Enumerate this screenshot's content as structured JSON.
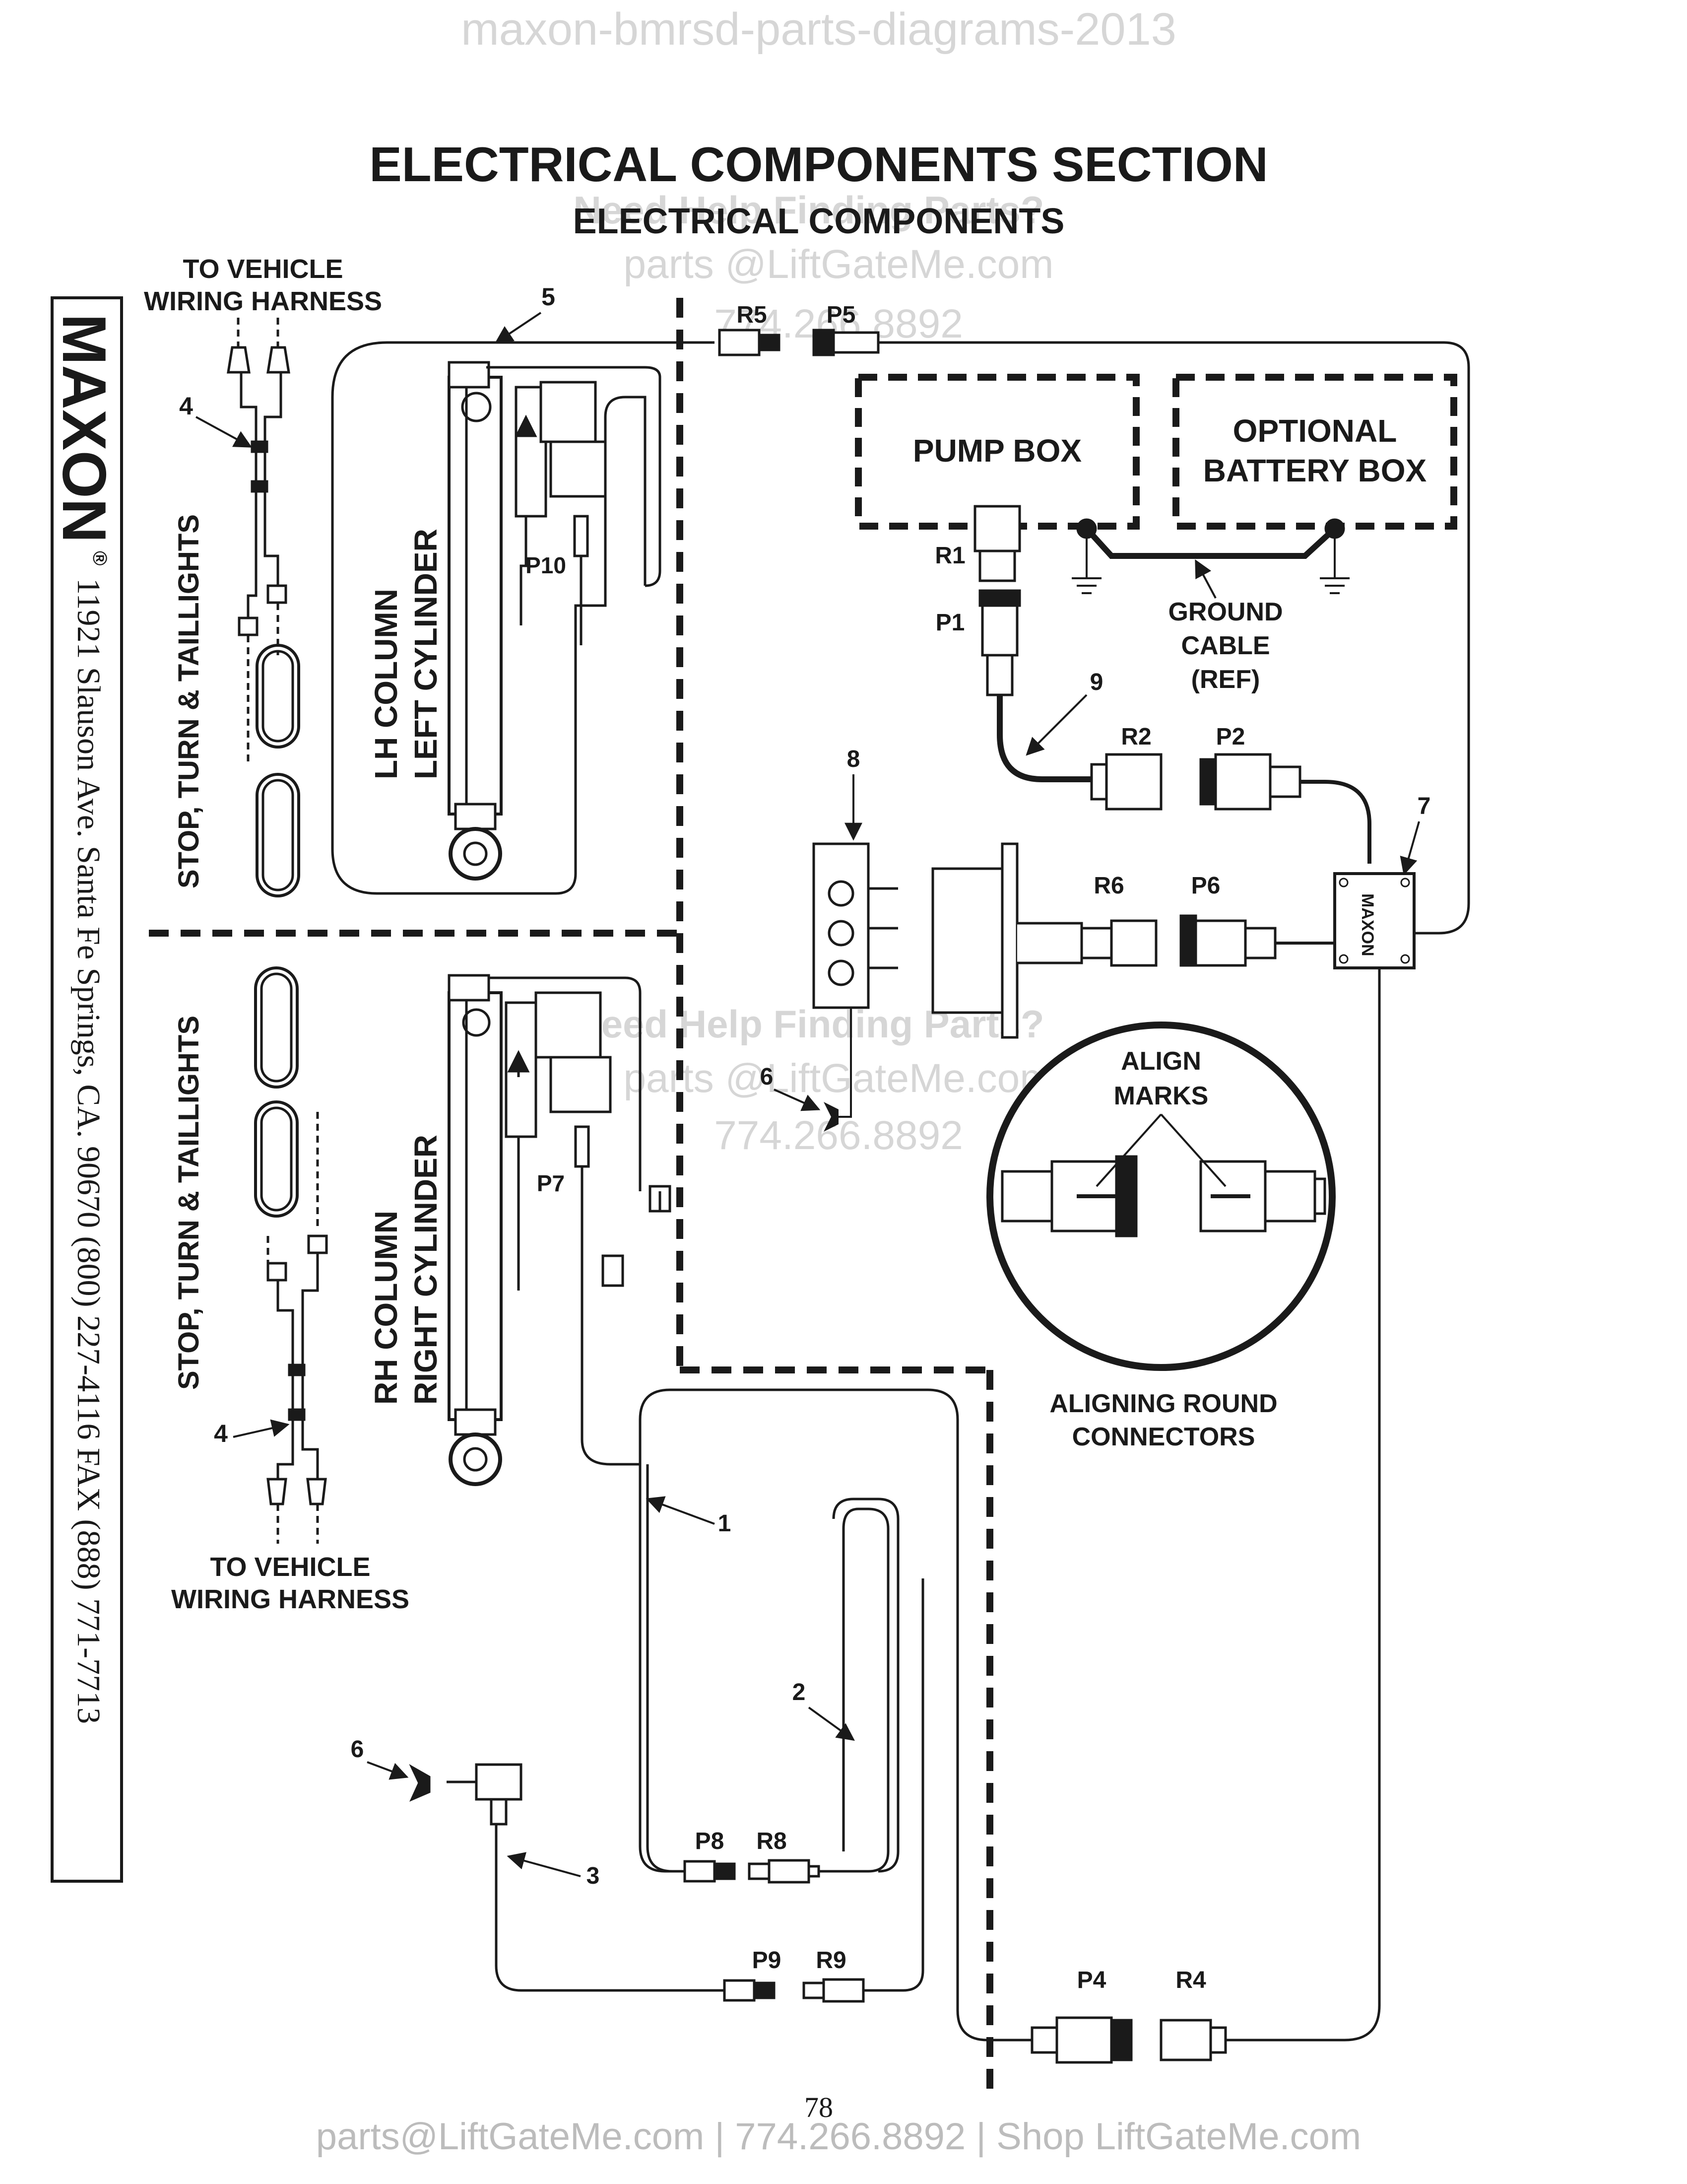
{
  "watermark": {
    "top": "maxon-bmrsd-parts-diagrams-2013",
    "hint_1": "Need Help Finding Parts?",
    "email_1": "parts @LiftGateMe.com",
    "phone_1": "774.266.8892",
    "hint_2": "Need Help Finding Parts?",
    "email_2": "parts @LiftGateMe.com",
    "phone_2": "774.266.8892"
  },
  "header": {
    "title": "ELECTRICAL COMPONENTS SECTION",
    "subtitle": "ELECTRICAL COMPONENTS"
  },
  "sidebar": {
    "logo": "MAXON",
    "registered": "®",
    "address": "11921 Slauson Ave.  Santa Fe Springs, CA.  90670  (800) 227-4116  FAX (888) 771-7713"
  },
  "labels": {
    "to_vehicle_top_1": "TO VEHICLE",
    "to_vehicle_top_2": "WIRING HARNESS",
    "to_vehicle_bottom_1": "TO VEHICLE",
    "to_vehicle_bottom_2": "WIRING HARNESS",
    "stop_turn_top": "STOP, TURN & TAILLIGHTS",
    "stop_turn_bottom": "STOP, TURN & TAILLIGHTS",
    "lh_column_1": "LH COLUMN",
    "lh_column_2": "LEFT CYLINDER",
    "rh_column_1": "RH COLUMN",
    "rh_column_2": "RIGHT CYLINDER",
    "pump_box": "PUMP BOX",
    "battery_box_1": "OPTIONAL",
    "battery_box_2": "BATTERY BOX",
    "ground_1": "GROUND",
    "ground_2": "CABLE",
    "ground_3": "(REF)",
    "align_1": "ALIGN",
    "align_2": "MARKS",
    "aligning_1": "ALIGNING ROUND",
    "aligning_2": "CONNECTORS",
    "junction_brand": "MAXON"
  },
  "connectors": {
    "r5": "R5",
    "p5": "P5",
    "r1": "R1",
    "p1": "P1",
    "r2": "R2",
    "p2": "P2",
    "r6": "R6",
    "p6": "P6",
    "p10": "P10",
    "p7": "P7",
    "p8": "P8",
    "r8": "R8",
    "p9": "P9",
    "r9": "R9",
    "p4": "P4",
    "r4": "R4"
  },
  "callouts": {
    "c5": "5",
    "c4_top": "4",
    "c4_bottom": "4",
    "c9": "9",
    "c8": "8",
    "c7": "7",
    "c6_mid": "6",
    "c6_bottom": "6",
    "c1": "1",
    "c2": "2",
    "c3": "3"
  },
  "footer": {
    "page_number": "78",
    "contact": "parts@LiftGateMe.com | 774.266.8892 | Shop LiftGateMe.com"
  }
}
